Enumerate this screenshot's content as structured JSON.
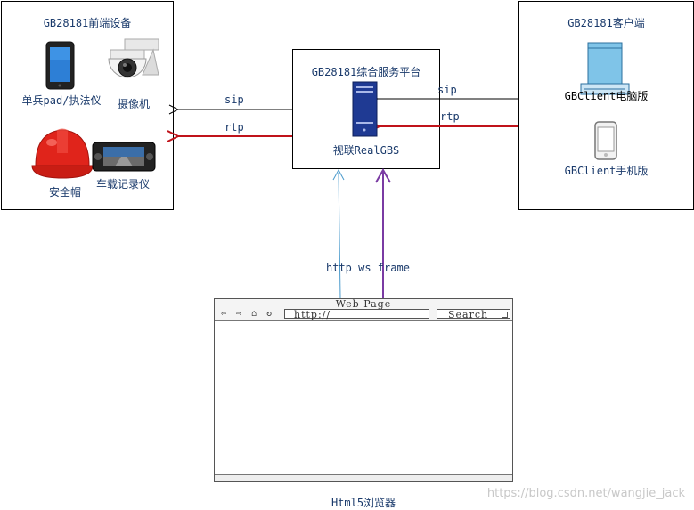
{
  "front_end": {
    "title": "GB28181前端设备",
    "devices": {
      "pad": "单兵pad/执法仪",
      "camera": "摄像机",
      "helmet": "安全帽",
      "dashcam": "车载记录仪"
    }
  },
  "platform": {
    "title": "GB28181综合服务平台",
    "server": "视联RealGBS"
  },
  "client": {
    "title": "GB28181客户端",
    "pc": "GBClient电脑版",
    "mobile": "GBClient手机版"
  },
  "links": {
    "sip_left": "sip",
    "rtp_left": "rtp",
    "sip_right": "sip",
    "rtp_right": "rtp",
    "http": "http ws frame"
  },
  "browser": {
    "title": "Web Page",
    "url": "http://",
    "search": "Search",
    "caption": "Html5浏览器"
  },
  "watermark": "https://blog.csdn.net/wangjie_jack",
  "colors": {
    "rtp": "#c0131a",
    "http": "#4a9acc",
    "frame": "#7a3ba3",
    "server": "#1f3a93",
    "text": "#1a3a6b"
  }
}
